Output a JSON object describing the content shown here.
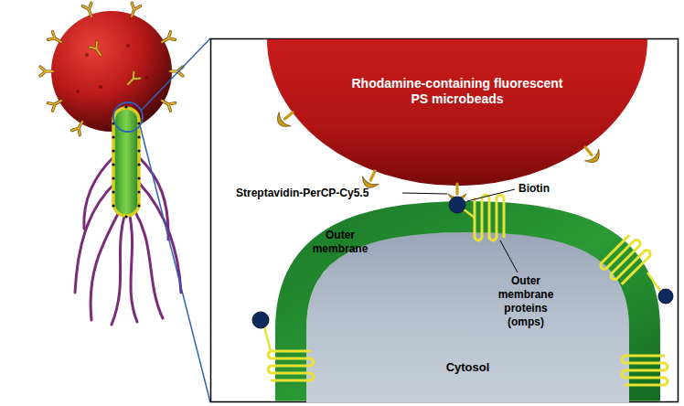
{
  "diagram": {
    "nodes": [
      {
        "text": [
          "Rhodamine-containing fluorescent PS microbeads"
        ]
      },
      {
        "text": [
          "Cytosol"
        ]
      }
    ],
    "labels": [
      "Streptavidin-PerCP-Cy5.5",
      "Biotin",
      "Outer membrane",
      "Outer membrane proteins (omps)"
    ]
  }
}
